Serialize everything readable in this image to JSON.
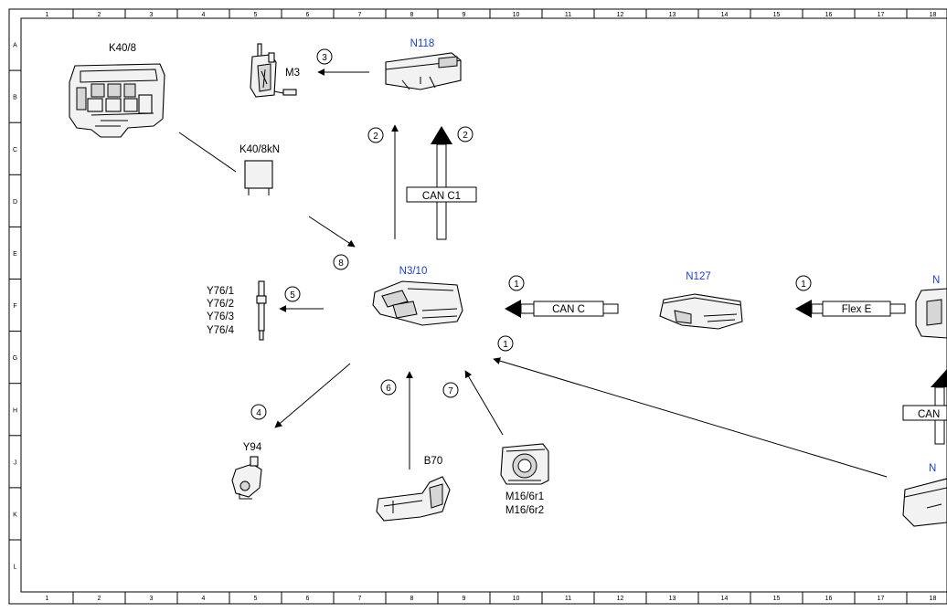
{
  "ruler": {
    "columns": [
      "1",
      "2",
      "3",
      "4",
      "5",
      "6",
      "7",
      "8",
      "9",
      "10",
      "11",
      "12",
      "13",
      "14",
      "15",
      "16",
      "17",
      "18"
    ],
    "rows": [
      "A",
      "B",
      "C",
      "D",
      "E",
      "F",
      "G",
      "H",
      "J",
      "K",
      "L"
    ]
  },
  "components": {
    "k40_8": "K40/8",
    "m3": "M3",
    "n118": "N118",
    "k40_8kn": "K40/8kN",
    "n3_10": "N3/10",
    "n127": "N127",
    "y76": [
      "Y76/1",
      "Y76/2",
      "Y76/3",
      "Y76/4"
    ],
    "y94": "Y94",
    "b70": "B70",
    "m16": [
      "M16/6r1",
      "M16/6r2"
    ],
    "right_top_partial": "N",
    "right_bottom_partial": "N"
  },
  "buses": {
    "can_c1": "CAN C1",
    "can_c": "CAN C",
    "flex_e": "Flex E",
    "can_partial": "CAN"
  },
  "callouts": {
    "m3_arrow": "3",
    "n118_thin": "2",
    "n118_can": "2",
    "k40_arrow": "8",
    "y76_arrow": "5",
    "can_c_arrow": "1",
    "flex_e_arrow": "1",
    "right_arrow": "1",
    "y94_arrow": "4",
    "b70_arrow": "6",
    "m16_arrow": "7"
  },
  "colors": {
    "component_label": "#1a3fd1",
    "line": "#000000"
  }
}
